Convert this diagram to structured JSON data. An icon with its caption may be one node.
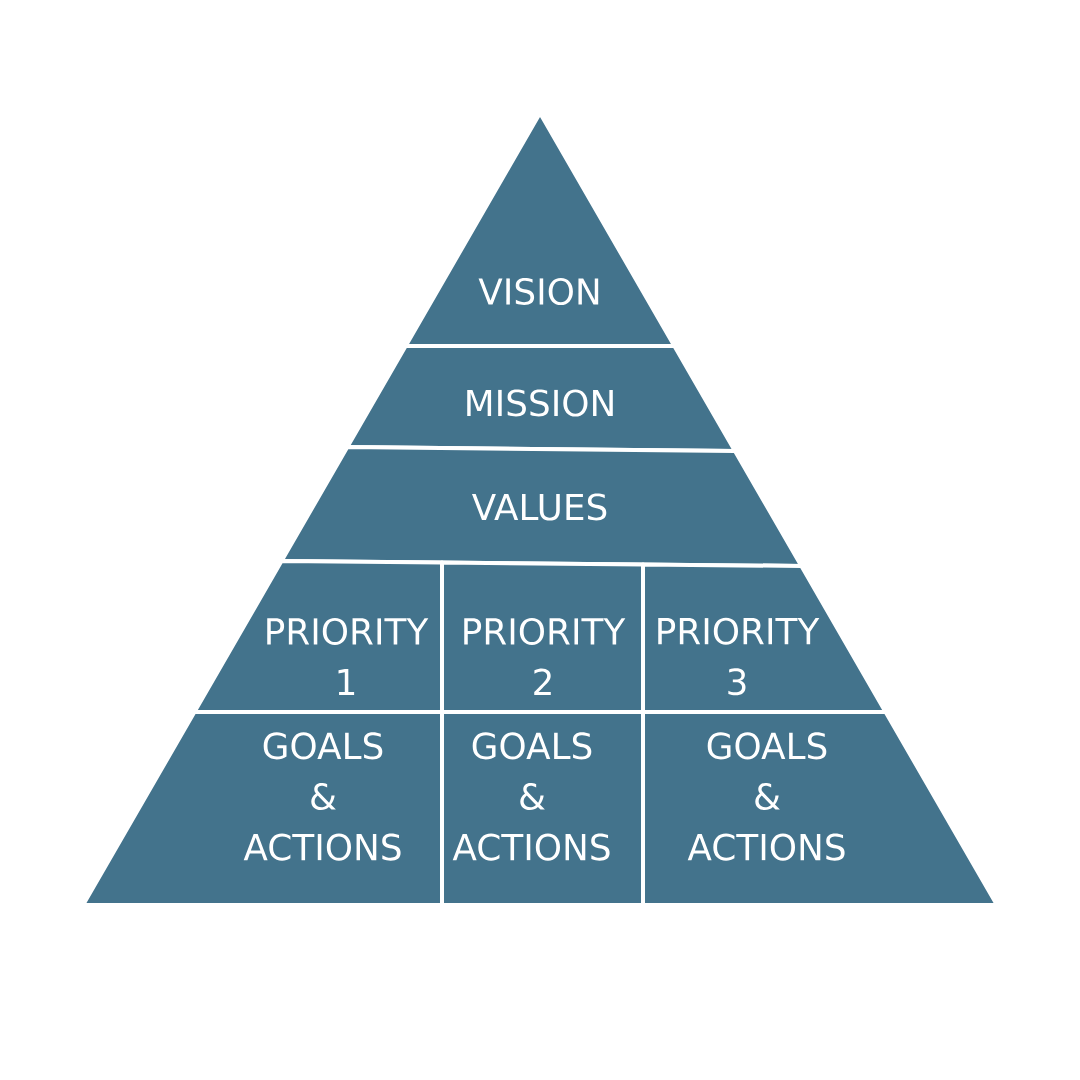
{
  "diagram": {
    "nodes": [
      {
        "text": [
          "VISION"
        ]
      },
      {
        "text": [
          "MISSION"
        ]
      },
      {
        "text": [
          "VALUES"
        ]
      },
      {
        "text": [
          "PRIORITY 1"
        ]
      },
      {
        "text": [
          "PRIORITY 2"
        ]
      },
      {
        "text": [
          "PRIORITY 3"
        ]
      },
      {
        "text": [
          "GOALS & ACTIONS"
        ]
      },
      {
        "text": [
          "GOALS & ACTIONS"
        ]
      },
      {
        "text": [
          "GOALS & ACTIONS"
        ]
      }
    ]
  }
}
